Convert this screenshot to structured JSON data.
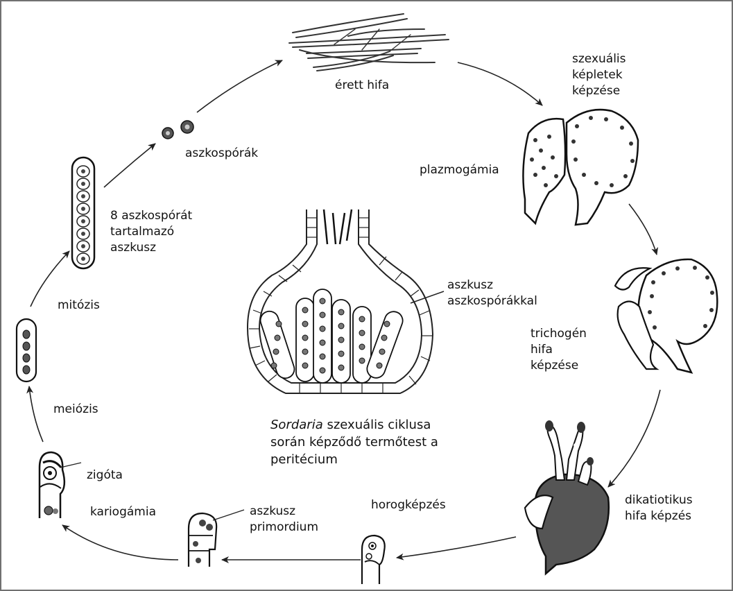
{
  "labels": {
    "erett_hifa": "érett hifa",
    "szexualis": [
      "szexuális",
      "képletek",
      "képzése"
    ],
    "plazmogamia": "plazmogámia",
    "trichogen": [
      "trichogén",
      "hifa",
      "képzése"
    ],
    "dikatiotikus": [
      "dikatiotikus",
      "hifa képzés"
    ],
    "horogkepzes": "horogképzés",
    "aszkusz_primordium": [
      "aszkusz",
      "primordium"
    ],
    "kariogamia": "kariogámia",
    "zigota": "zigóta",
    "meiozis": "meiózis",
    "mitozis": "mitózis",
    "aszkusz_8": [
      "8 aszkospórát",
      "tartalmazó",
      "aszkusz"
    ],
    "aszkosporak": "aszkospórák",
    "aszkusz_aszkosporakkal": [
      "aszkusz",
      "aszkospórákkal"
    ]
  },
  "caption": {
    "genus": "Sordaria",
    "line1_rest": " szexuális ciklusa",
    "line2": "során képződő termőtest a",
    "line3": "peritécium"
  }
}
